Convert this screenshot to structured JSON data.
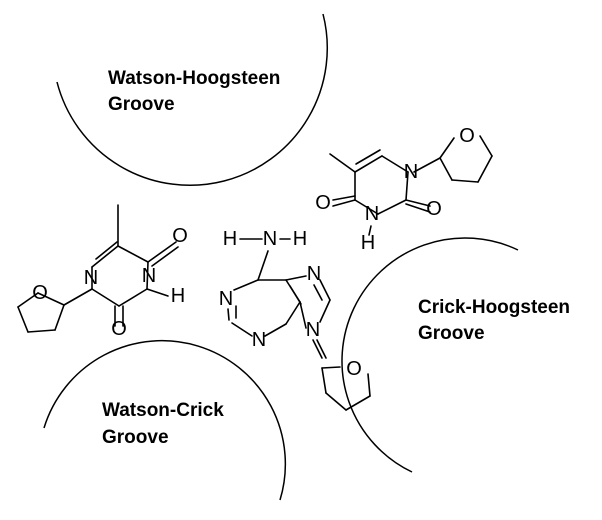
{
  "grooves": {
    "watson_hoogsteen": {
      "line1": "Watson-Hoogsteen",
      "line2": "Groove"
    },
    "crick_hoogsteen": {
      "line1": "Crick-Hoogsteen",
      "line2": "Groove"
    },
    "watson_crick": {
      "line1": "Watson-Crick",
      "line2": "Groove"
    }
  },
  "atoms": {
    "O": "O",
    "N": "N",
    "H": "H"
  },
  "colors": {
    "ink": "#000000",
    "background": "#ffffff"
  }
}
